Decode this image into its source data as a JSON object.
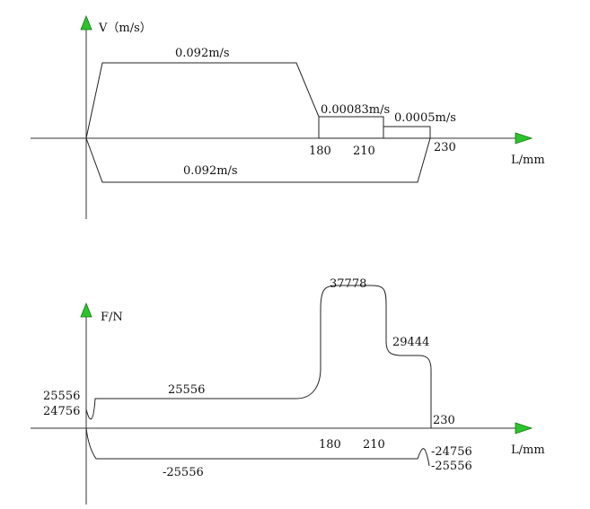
{
  "velocity_diagram": {
    "y_axis_label": "V（m/s）",
    "x_axis_label": "L/mm",
    "forward_speed_label": "0.092m/s",
    "slow_speed_1_label": "0.00083m/s",
    "slow_speed_2_label": "0.0005m/s",
    "return_speed_label": "0.092m/s",
    "tick_180": "180",
    "tick_210": "210",
    "tick_230": "230"
  },
  "force_diagram": {
    "y_axis_label": "F/N",
    "x_axis_label": "L/mm",
    "peak_force_label": "37778",
    "mid_force_label": "29444",
    "forward_force_label": "25556",
    "start_force_upper": "25556",
    "start_force_lower": "24756",
    "return_force_label": "-25556",
    "end_force_upper": "-24756",
    "end_force_lower": "-25556",
    "tick_180": "180",
    "tick_210": "210",
    "tick_230": "230"
  },
  "colors": {
    "arrow_fill": "#2cc42c",
    "line": "#222222"
  }
}
